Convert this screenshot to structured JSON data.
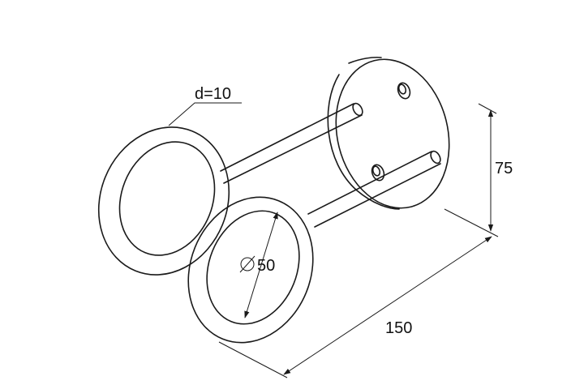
{
  "labels": {
    "rod_diameter": "d=10",
    "ring_diameter": "50",
    "height": "75",
    "length": "150"
  },
  "icons": {
    "diameter_symbol": "diameter-icon"
  },
  "colors": {
    "line": "#1a1a1a",
    "background": "#ffffff"
  }
}
